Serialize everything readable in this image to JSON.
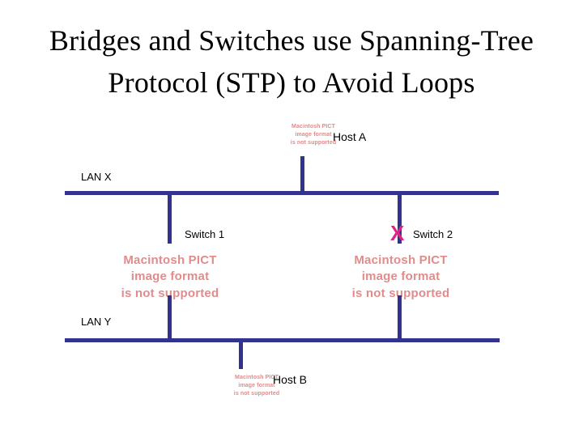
{
  "slide": {
    "title": "Bridges and Switches use Spanning-Tree Protocol (STP) to Avoid Loops",
    "background_color": "#ffffff"
  },
  "colors": {
    "line": "#33338f",
    "blocked_marker": "#e0218a",
    "placeholder_text": "#e08a8a",
    "title_text": "#000000",
    "label_text": "#000000"
  },
  "diagram": {
    "segments": [
      {
        "name": "lan-x",
        "label": "LAN X"
      },
      {
        "name": "lan-y",
        "label": "LAN Y"
      }
    ],
    "nodes": [
      {
        "name": "host-a",
        "label": "Host A"
      },
      {
        "name": "switch-1",
        "label": "Switch 1"
      },
      {
        "name": "switch-2",
        "label": "Switch 2"
      },
      {
        "name": "host-b",
        "label": "Host B"
      }
    ],
    "blocked_port": {
      "marker": "X",
      "on": "switch-2"
    }
  },
  "placeholder": {
    "line1": "Macintosh PICT",
    "line2": "image format",
    "line3": "is not supported",
    "instances": [
      "host-a-image",
      "switch-1-image",
      "switch-2-image",
      "host-b-image"
    ]
  }
}
